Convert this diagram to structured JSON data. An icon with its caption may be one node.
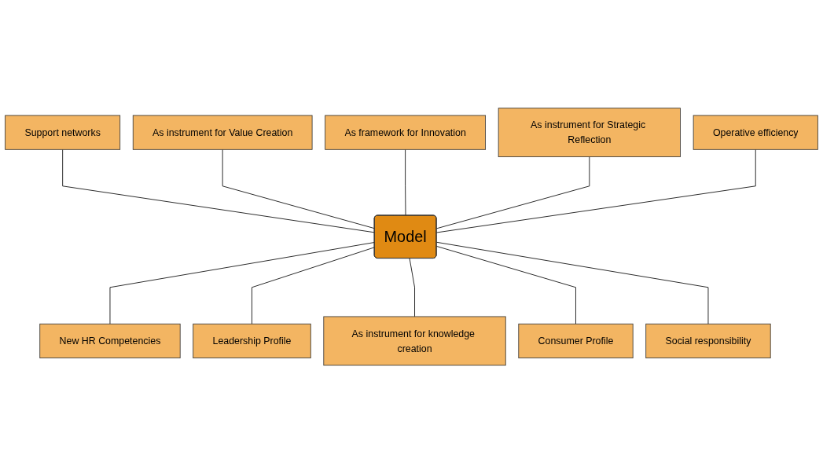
{
  "diagram": {
    "nodes": [
      {
        "text": [
          "Support networks"
        ]
      },
      {
        "text": [
          "As instrument for Value Creation"
        ]
      },
      {
        "text": [
          "As framework for Innovation"
        ]
      },
      {
        "text": [
          "As instrument for Strategic Reflection"
        ]
      },
      {
        "text": [
          "Operative efficiency"
        ]
      },
      {
        "text": [
          "Model"
        ]
      },
      {
        "text": [
          "New HR Competencies"
        ]
      },
      {
        "text": [
          "Leadership Profile"
        ]
      },
      {
        "text": [
          "As instrument for knowledge creation"
        ]
      },
      {
        "text": [
          "Consumer Profile"
        ]
      },
      {
        "text": [
          "Social responsibility"
        ]
      }
    ],
    "edges": [
      {
        "from": 0,
        "to": 5,
        "arrow": "none"
      },
      {
        "from": 1,
        "to": 5,
        "arrow": "none"
      },
      {
        "from": 2,
        "to": 5,
        "arrow": "none"
      },
      {
        "from": 3,
        "to": 5,
        "arrow": "none"
      },
      {
        "from": 4,
        "to": 5,
        "arrow": "none"
      },
      {
        "from": 5,
        "to": 6,
        "arrow": "none"
      },
      {
        "from": 5,
        "to": 7,
        "arrow": "none"
      },
      {
        "from": 5,
        "to": 8,
        "arrow": "none"
      },
      {
        "from": 5,
        "to": 9,
        "arrow": "none"
      },
      {
        "from": 5,
        "to": 10,
        "arrow": "none"
      }
    ]
  }
}
